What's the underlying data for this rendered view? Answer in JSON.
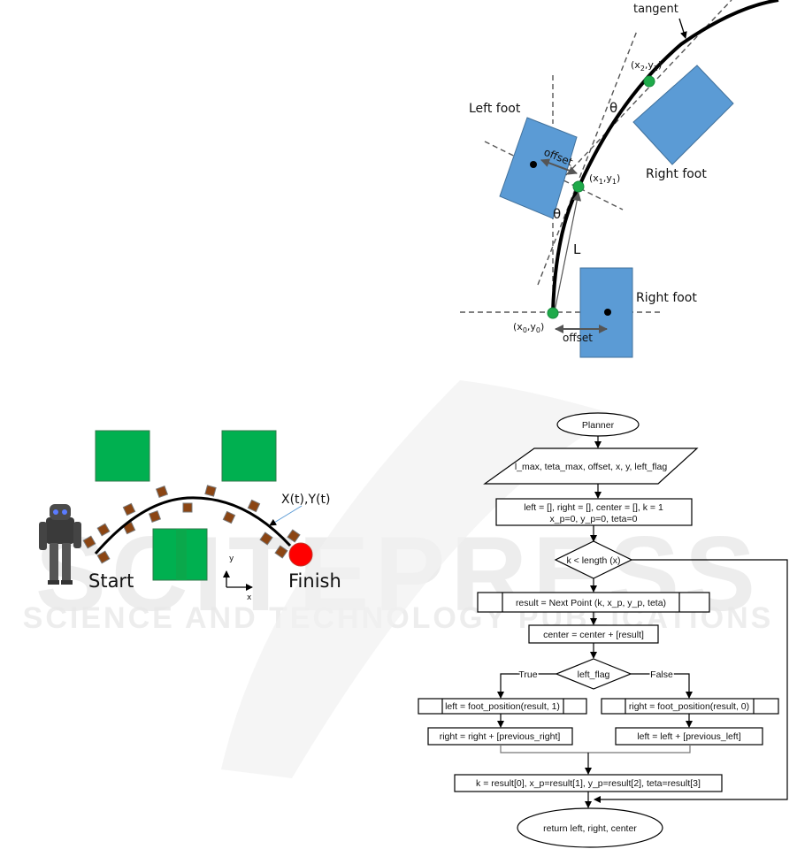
{
  "watermark": {
    "big": "SCITEPRESS",
    "small": "SCIENCE AND TECHNOLOGY PUBLICATIONS"
  },
  "footstep_geometry": {
    "tangent_label": "tangent",
    "left_foot_label": "Left foot",
    "right_foot_upper_label": "Right foot",
    "right_foot_lower_label": "Right foot",
    "offset_label_upper": "offset",
    "offset_label_lower": "offset",
    "theta_upper": "θ",
    "theta_lower": "θ",
    "length_label": "L",
    "point_p0": {
      "x": "x",
      "xs": "0",
      "y": "y",
      "ys": "0"
    },
    "point_p1": {
      "x": "x",
      "xs": "1",
      "y": "y",
      "ys": "1"
    },
    "point_p2": {
      "x": "x",
      "xs": "2",
      "y": "y",
      "ys": "2"
    },
    "colors": {
      "foot": "#5b9bd5",
      "point": "#1faa4a",
      "curve": "#000000"
    }
  },
  "path_scene": {
    "start_label": "Start",
    "finish_label": "Finish",
    "curve_label": "X(t),Y(t)",
    "axis_x_label": "x",
    "axis_y_label": "y",
    "colors": {
      "obstacle": "#00b050",
      "footstep": "#8b4513",
      "goal": "#ff0000"
    }
  },
  "flowchart": {
    "start": "Planner",
    "input": "l_max, teta_max, offset, x, y, left_flag",
    "init_line1": "left = [], right = [], center = [], k = 1",
    "init_line2": "x_p=0, y_p=0, teta=0",
    "loop_condition": "k < length (x)",
    "next_point": "result = Next Point (k, x_p, y_p, teta)",
    "center_update": "center = center + [result]",
    "branch_condition": "left_flag",
    "true_label": "True",
    "false_label": "False",
    "left_foot": "left = foot_position(result, 1)",
    "right_foot": "right = foot_position(result, 0)",
    "right_prev": "right = right + [previous_right]",
    "left_prev": "left = left + [previous_left]",
    "update": "k = result[0], x_p=result[1], y_p=result[2], teta=result[3]",
    "end": "return left, right, center"
  }
}
